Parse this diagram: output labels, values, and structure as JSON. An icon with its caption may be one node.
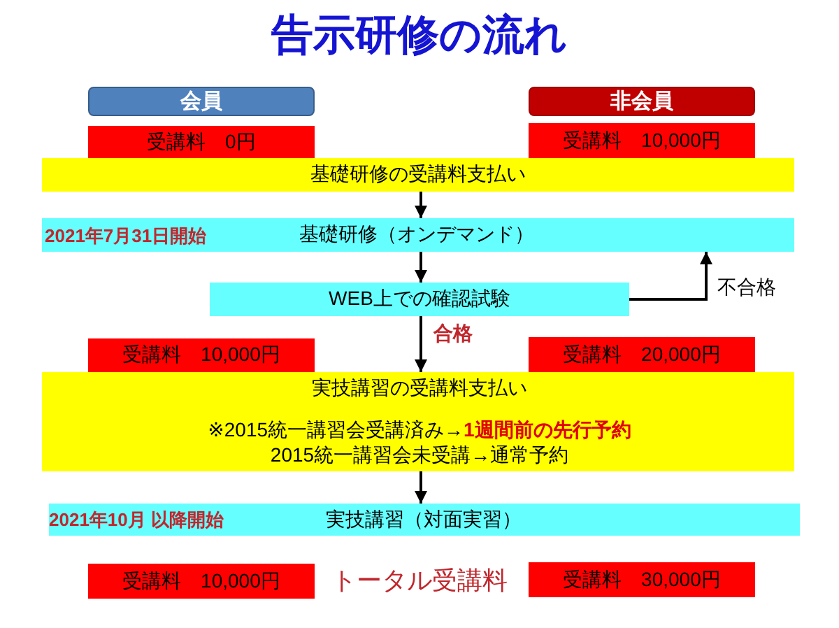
{
  "diagram": {
    "title": "告示研修の流れ",
    "nodes": [
      {
        "text": [
          "会員"
        ]
      },
      {
        "text": [
          "非会員"
        ]
      },
      {
        "text": [
          "受講料 0円"
        ]
      },
      {
        "text": [
          "受講料 10,000円"
        ]
      },
      {
        "text": [
          "基礎研修の受講料支払い"
        ]
      },
      {
        "text": [
          "2021年7月31日開始",
          "基礎研修（オンデマンド）"
        ]
      },
      {
        "text": [
          "WEB上での確認試験"
        ]
      },
      {
        "text": [
          "受講料 10,000円"
        ]
      },
      {
        "text": [
          "受講料 20,000円"
        ]
      },
      {
        "text": [
          "実技講習の受講料支払い",
          "※2015統一講習会受講済み→**1週間前の先行予約**",
          "2015統一講習会未受講→通常予約"
        ]
      },
      {
        "text": [
          "2021年10月 以降開始",
          "実技講習（対面実習）"
        ]
      },
      {
        "text": [
          "受講料 10,000円"
        ]
      },
      {
        "text": [
          "受講料 30,000円"
        ]
      }
    ],
    "edges": [
      {
        "from": 4,
        "to": 5,
        "arrow": "to"
      },
      {
        "from": 5,
        "to": 6,
        "arrow": "to"
      },
      {
        "from": 6,
        "to": 5,
        "arrow": "to",
        "label": "不合格"
      },
      {
        "from": 6,
        "to": 9,
        "arrow": "to",
        "label": "合格"
      },
      {
        "from": 9,
        "to": 10,
        "arrow": "to"
      }
    ],
    "labels": [
      "トータル受講料"
    ]
  }
}
